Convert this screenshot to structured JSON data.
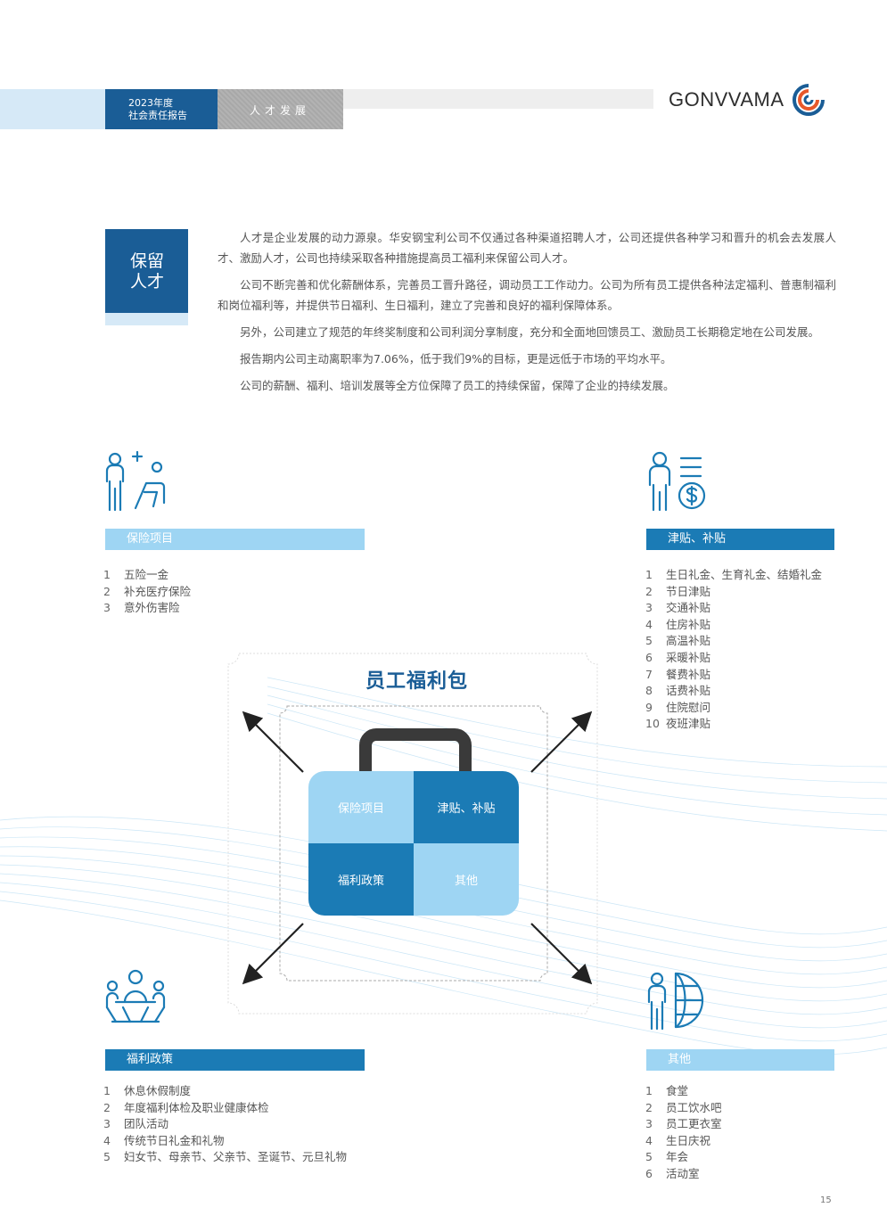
{
  "header": {
    "report_line1": "2023年度",
    "report_line2": "社会责任报告",
    "section": "人才发展",
    "logo": "GONVVAMA"
  },
  "section_title": {
    "line1": "保留",
    "line2": "人才"
  },
  "paragraphs": [
    "人才是企业发展的动力源泉。华安钢宝利公司不仅通过各种渠道招聘人才，公司还提供各种学习和晋升的机会去发展人才、激励人才，公司也持续采取各种措施提高员工福利来保留公司人才。",
    "公司不断完善和优化薪酬体系，完善员工晋升路径，调动员工工作动力。公司为所有员工提供各种法定福利、普惠制福利和岗位福利等，并提供节日福利、生日福利，建立了完善和良好的福利保障体系。",
    "另外，公司建立了规范的年终奖制度和公司利润分享制度，充分和全面地回馈员工、激励员工长期稳定地在公司发展。",
    "报告期内公司主动离职率为7.06%，低于我们9%的目标，更是远低于市场的平均水平。",
    "公司的薪酬、福利、培训发展等全方位保障了员工的持续保留，保障了企业的持续发展。"
  ],
  "diagram": {
    "title": "员工福利包",
    "q1": "保险项目",
    "q2": "津贴、补贴",
    "q3": "福利政策",
    "q4": "其他"
  },
  "categories": {
    "insurance": {
      "title": "保险项目",
      "items": [
        {
          "n": "1",
          "text": "五险一金"
        },
        {
          "n": "2",
          "text": "补充医疗保险"
        },
        {
          "n": "3",
          "text": "意外伤害险"
        }
      ]
    },
    "allowance": {
      "title": "津贴、补贴",
      "items": [
        {
          "n": "1",
          "text": "生日礼金、生育礼金、结婚礼金"
        },
        {
          "n": "2",
          "text": "节日津贴"
        },
        {
          "n": "3",
          "text": "交通补贴"
        },
        {
          "n": "4",
          "text": "住房补贴"
        },
        {
          "n": "5",
          "text": "高温补贴"
        },
        {
          "n": "6",
          "text": "采暖补贴"
        },
        {
          "n": "7",
          "text": "餐费补贴"
        },
        {
          "n": "8",
          "text": "话费补贴"
        },
        {
          "n": "9",
          "text": "住院慰问"
        },
        {
          "n": "10",
          "text": "夜班津贴"
        }
      ]
    },
    "policy": {
      "title": "福利政策",
      "items": [
        {
          "n": "1",
          "text": "休息休假制度"
        },
        {
          "n": "2",
          "text": "年度福利体检及职业健康体检"
        },
        {
          "n": "3",
          "text": "团队活动"
        },
        {
          "n": "4",
          "text": "传统节日礼金和礼物"
        },
        {
          "n": "5",
          "text": "妇女节、母亲节、父亲节、圣诞节、元旦礼物"
        }
      ]
    },
    "other": {
      "title": "其他",
      "items": [
        {
          "n": "1",
          "text": "食堂"
        },
        {
          "n": "2",
          "text": "员工饮水吧"
        },
        {
          "n": "3",
          "text": "员工更衣室"
        },
        {
          "n": "4",
          "text": "生日庆祝"
        },
        {
          "n": "5",
          "text": "年会"
        },
        {
          "n": "6",
          "text": "活动室"
        }
      ]
    }
  },
  "page_number": "15",
  "colors": {
    "brand_dark": "#1a5d96",
    "accent_dark": "#1b7bb5",
    "accent_light": "#9ed5f3",
    "header_gray": "#a8a8a8",
    "logo_orange": "#e8582a"
  },
  "icons": {
    "insurance": "person-add-icon",
    "allowance": "person-money-icon",
    "policy": "team-meeting-icon",
    "other": "person-globe-icon"
  }
}
